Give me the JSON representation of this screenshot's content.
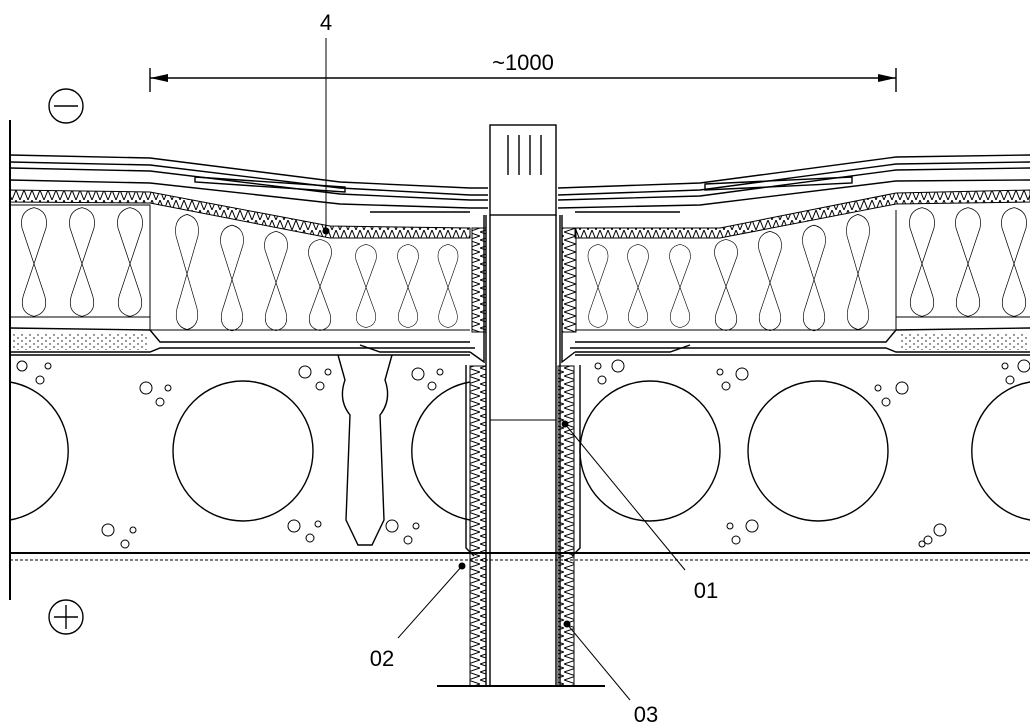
{
  "labels": {
    "top_callout": "4",
    "dimension": "~1000",
    "exterior_sign": "−",
    "interior_sign": "+",
    "callout_01": "01",
    "callout_02": "02",
    "callout_03": "03"
  },
  "colors": {
    "line": "#000000",
    "background": "#ffffff"
  }
}
